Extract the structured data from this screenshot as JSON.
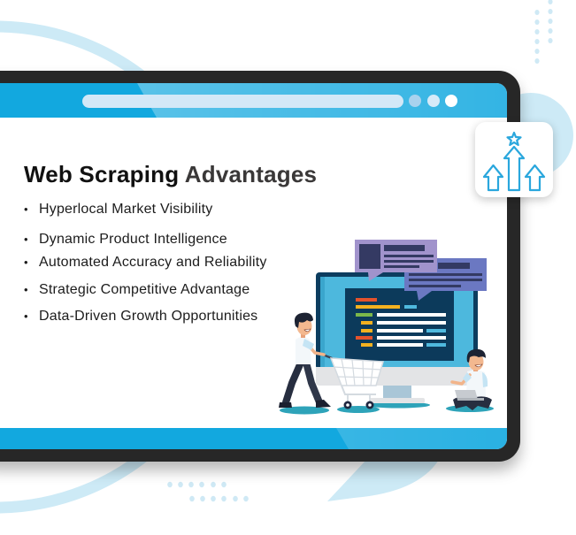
{
  "browser_window": {
    "url_bar_text": "",
    "window_dots": [
      {
        "name": "dot-1",
        "color": "#a9d2ee"
      },
      {
        "name": "dot-2",
        "color": "#d6eaf8"
      },
      {
        "name": "dot-3",
        "color": "#ffffff"
      }
    ]
  },
  "title": {
    "part1": "Web Scraping",
    "part2": "Advantages"
  },
  "bullets": [
    {
      "marker": "•",
      "text": "Hyperlocal Market Visibility"
    },
    {
      "marker": "•",
      "text": "Dynamic Product Intelligence"
    },
    {
      "marker": "•",
      "text": "Automated Accuracy and Reliability"
    },
    {
      "marker": "•",
      "text": "Strategic Competitive Advantage"
    },
    {
      "marker": "•",
      "text": "Data-Driven Growth Opportunities"
    }
  ],
  "icon_card": {
    "icon": "growth-arrows-with-star-icon"
  },
  "illustration": {
    "elements": [
      "monitor",
      "code-panel",
      "speech-bubble-purple",
      "speech-bubble-blue",
      "shopper-with-cart",
      "person-with-laptop"
    ]
  },
  "colors": {
    "frame": "#272727",
    "header_blue": "#12a8df",
    "accent_light": "#cdeaf6",
    "icon_stroke": "#2aa7dd",
    "monitor_navy": "#0c3d5f",
    "monitor_screen": "#4db8dd",
    "bubble_purple": "#a193cc",
    "bubble_blue": "#6b78c2",
    "bar_red": "#e4532c",
    "bar_yellow": "#f4b120",
    "bar_green": "#7cb84a",
    "shadow_teal": "#2ea3b9"
  }
}
